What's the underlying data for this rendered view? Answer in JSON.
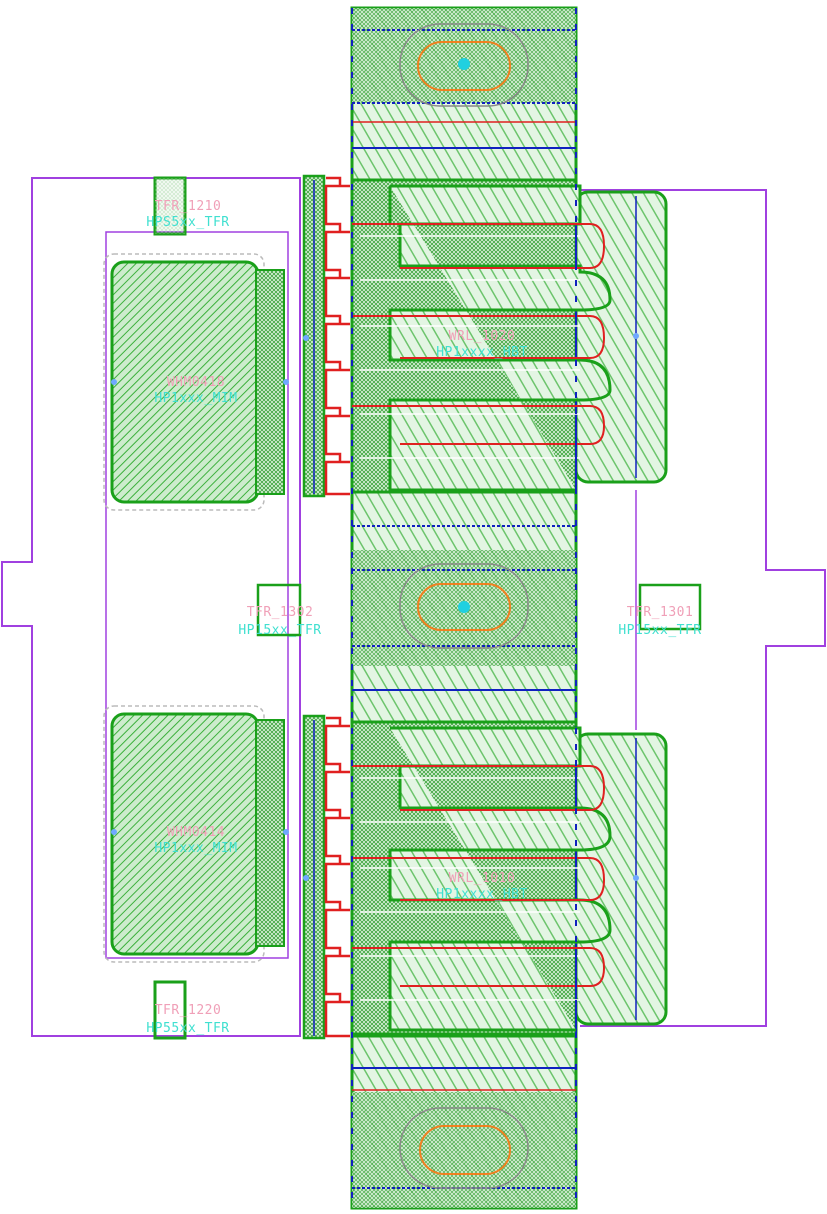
{
  "colors": {
    "outline": "#a040e0",
    "metal": "#1aa01a",
    "metal_fill": "#bfe6bf",
    "red": "#e02020",
    "blue": "#1020c0",
    "orange": "#f08020",
    "cyan": "#20d0e0",
    "label_pink": "#f0a0b8",
    "label_cyan": "#40e0d0"
  },
  "labels": {
    "tfr_top": {
      "name": "TFR_1210",
      "type": "HPS5xx_TFR"
    },
    "tfr_mid_left": {
      "name": "TFR_1302",
      "type": "HP15xx_TFR"
    },
    "tfr_mid_right": {
      "name": "TFR_1301",
      "type": "HP15xx_TFR"
    },
    "tfr_bottom": {
      "name": "TFR_1220",
      "type": "HP55xx_TFR"
    },
    "cap_top": {
      "name": "WHM0418",
      "type": "HP1xxx_MIM"
    },
    "cap_bottom": {
      "name": "WHM0414",
      "type": "HP1xxx_MIM"
    },
    "fet_top": {
      "name": "WRL_1020",
      "type": "HP1xxxx_HBT"
    },
    "fet_bottom": {
      "name": "WRL_1010",
      "type": "HP1xxxx_HBT"
    }
  }
}
